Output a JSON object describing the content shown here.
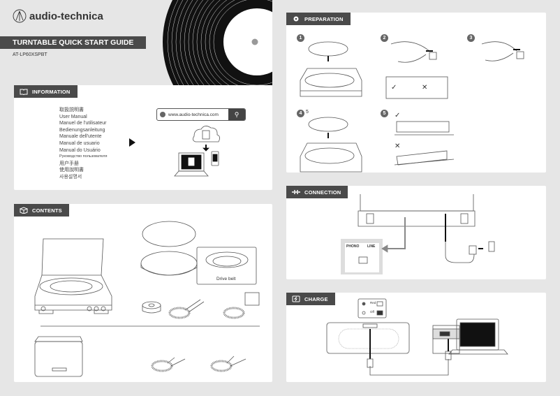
{
  "brand": {
    "name": "audio-technica"
  },
  "title": "TURNTABLE QUICK START GUIDE",
  "model": "AT-LP60XSPBT",
  "information": {
    "heading": "INFORMATION",
    "languages": [
      "取扱説明書",
      "User Manual",
      "Manuel de l'utilisateur",
      "Bedienungsanleitung",
      "Manuale dell'utente",
      "Manual de usuario",
      "Manual do Usuário",
      "Руководство пользователя",
      "用户手册",
      "使用說明書",
      "사용설명서"
    ],
    "url": "www.audio-technica.com"
  },
  "contents": {
    "heading": "CONTENTS",
    "drive_belt_label": "Drive belt"
  },
  "preparation": {
    "heading": "PREPARATION",
    "steps": [
      "1",
      "2",
      "3",
      "4",
      "5"
    ],
    "step4_extra": "5"
  },
  "connection": {
    "heading": "CONNECTION",
    "phono_label": "PHONO",
    "line_label": "LINE"
  },
  "charge": {
    "heading": "CHARGE",
    "led_red": "Red",
    "led_off": "Off"
  },
  "colors": {
    "background": "#e6e6e6",
    "tab": "#4a4a4a",
    "panel": "#ffffff"
  }
}
